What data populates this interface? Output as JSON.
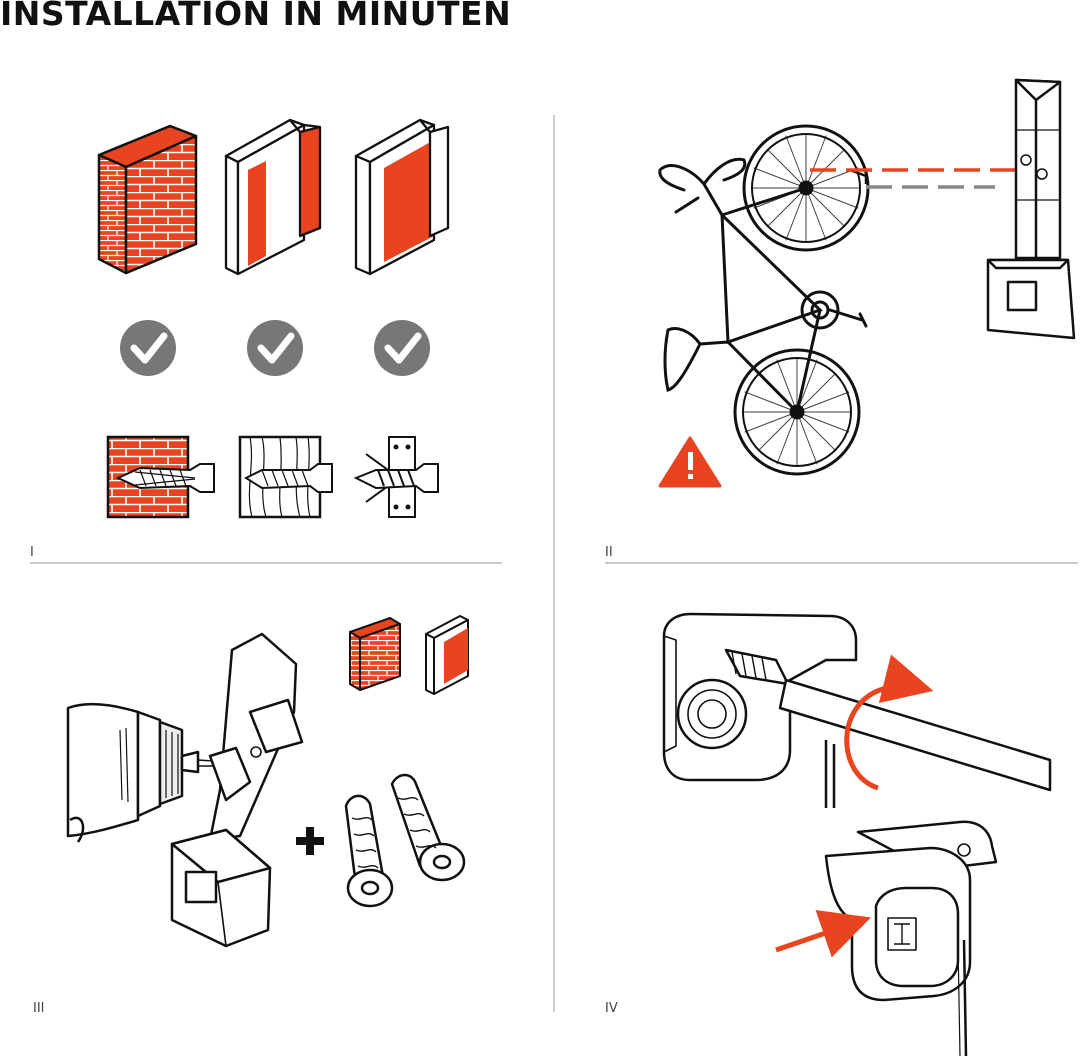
{
  "title": "INSTALLATION IN MINUTEN",
  "colors": {
    "accent": "#e8441f",
    "ink": "#111111",
    "check": "#777777",
    "rule": "#aaaaaa"
  },
  "panels": [
    {
      "label": "I",
      "content": [
        "brick-wall-icon",
        "drywall-icon",
        "wood-panel-icon",
        "check-icon x3",
        "brick-anchor-icon",
        "wood-screw-icon",
        "hollow-wall-anchor-icon"
      ]
    },
    {
      "label": "II",
      "content": [
        "bicycle-hanging-illustration",
        "wall-bracket-with-guide-lines",
        "warning-icon"
      ]
    },
    {
      "label": "III",
      "content": [
        "drill-illustration",
        "bracket-mounting-illustration",
        "small-brick-icon",
        "small-drywall-icon",
        "plus-icon",
        "wall-plug-anchors"
      ]
    },
    {
      "label": "IV",
      "content": [
        "bracket-tightening-illustration",
        "rotation-arrow",
        "bracket-pad-illustration",
        "insert-arrow"
      ]
    }
  ]
}
